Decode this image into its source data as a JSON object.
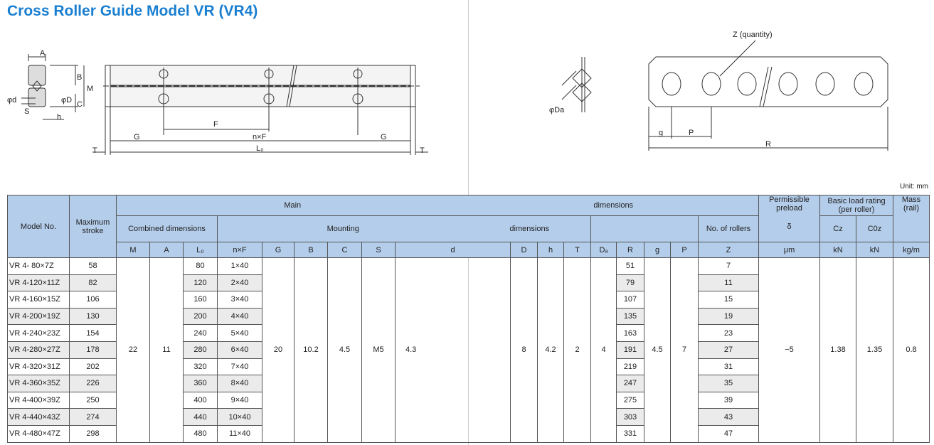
{
  "title": "Cross Roller Guide Model VR (VR4)",
  "unit": "Unit: mm",
  "drawing_labels": {
    "A": "A",
    "B": "B",
    "M": "M",
    "C": "C",
    "d": "φd",
    "D": "φD",
    "S": "S",
    "h": "h",
    "F": "F",
    "nF": "n×F",
    "G": "G",
    "L0": "L₀",
    "T": "T",
    "Da": "φDa",
    "Z": "Z (quantity)",
    "g": "g",
    "P": "P",
    "R": "R"
  },
  "header": {
    "model": "Model No.",
    "stroke": "Maximum stroke",
    "main": "Main",
    "dimensions": "dimensions",
    "combined": "Combined dimensions",
    "mounting": "Mounting",
    "dimensions2": "dimensions",
    "rollers": "No. of rollers",
    "preload": "Permissible preload",
    "delta": "δ",
    "load": "Basic load rating (per roller)",
    "cz": "Cz",
    "c0z": "C0z",
    "mass": "Mass (rail)",
    "cols": [
      "M",
      "A",
      "L₀",
      "n×F",
      "G",
      "B",
      "C",
      "S",
      "d",
      "D",
      "h",
      "T",
      "Dₐ",
      "R",
      "g",
      "P",
      "Z"
    ],
    "units": [
      "μm",
      "kN",
      "kN",
      "kg/m"
    ]
  },
  "constants": {
    "M": "22",
    "A": "11",
    "G": "20",
    "B": "10.2",
    "C": "4.5",
    "S": "M5",
    "d": "4.3",
    "D": "8",
    "h": "4.2",
    "T": "2",
    "Da": "4",
    "g": "4.5",
    "P": "7",
    "delta": "−5",
    "Cz": "1.38",
    "C0z": "1.35",
    "mass": "0.8"
  },
  "rows": [
    {
      "model": "VR 4- 80×7Z",
      "stroke": "58",
      "L0": "80",
      "nF": "1×40",
      "R": "51",
      "Z": "7"
    },
    {
      "model": "VR 4-120×11Z",
      "stroke": "82",
      "L0": "120",
      "nF": "2×40",
      "R": "79",
      "Z": "11"
    },
    {
      "model": "VR 4-160×15Z",
      "stroke": "106",
      "L0": "160",
      "nF": "3×40",
      "R": "107",
      "Z": "15"
    },
    {
      "model": "VR 4-200×19Z",
      "stroke": "130",
      "L0": "200",
      "nF": "4×40",
      "R": "135",
      "Z": "19"
    },
    {
      "model": "VR 4-240×23Z",
      "stroke": "154",
      "L0": "240",
      "nF": "5×40",
      "R": "163",
      "Z": "23"
    },
    {
      "model": "VR 4-280×27Z",
      "stroke": "178",
      "L0": "280",
      "nF": "6×40",
      "R": "191",
      "Z": "27"
    },
    {
      "model": "VR 4-320×31Z",
      "stroke": "202",
      "L0": "320",
      "nF": "7×40",
      "R": "219",
      "Z": "31"
    },
    {
      "model": "VR 4-360×35Z",
      "stroke": "226",
      "L0": "360",
      "nF": "8×40",
      "R": "247",
      "Z": "35"
    },
    {
      "model": "VR 4-400×39Z",
      "stroke": "250",
      "L0": "400",
      "nF": "9×40",
      "R": "275",
      "Z": "39"
    },
    {
      "model": "VR 4-440×43Z",
      "stroke": "274",
      "L0": "440",
      "nF": "10×40",
      "R": "303",
      "Z": "43"
    },
    {
      "model": "VR 4-480×47Z",
      "stroke": "298",
      "L0": "480",
      "nF": "11×40",
      "R": "331",
      "Z": "47"
    }
  ]
}
